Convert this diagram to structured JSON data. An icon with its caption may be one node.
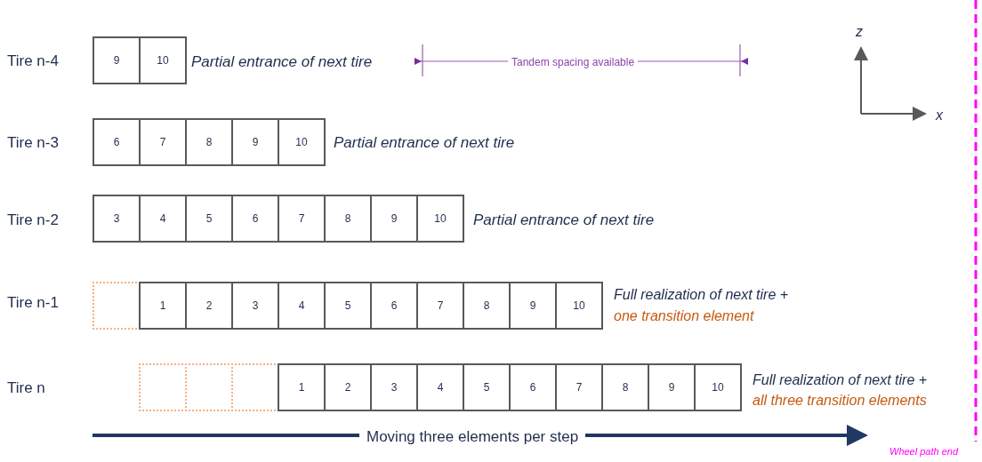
{
  "diagram": {
    "nodes": [
      {
        "text": [
          "9"
        ]
      },
      {
        "text": [
          "10"
        ]
      },
      {
        "text": [
          "6"
        ]
      },
      {
        "text": [
          "7"
        ]
      },
      {
        "text": [
          "8"
        ]
      },
      {
        "text": [
          "9"
        ]
      },
      {
        "text": [
          "10"
        ]
      },
      {
        "text": [
          "3"
        ]
      },
      {
        "text": [
          "4"
        ]
      },
      {
        "text": [
          "5"
        ]
      },
      {
        "text": [
          "6"
        ]
      },
      {
        "text": [
          "7"
        ]
      },
      {
        "text": [
          "8"
        ]
      },
      {
        "text": [
          "9"
        ]
      },
      {
        "text": [
          "10"
        ]
      },
      {
        "text": [],
        "shape": "box"
      },
      {
        "text": [
          "1"
        ]
      },
      {
        "text": [
          "2"
        ]
      },
      {
        "text": [
          "3"
        ]
      },
      {
        "text": [
          "4"
        ]
      },
      {
        "text": [
          "5"
        ]
      },
      {
        "text": [
          "6"
        ]
      },
      {
        "text": [
          "7"
        ]
      },
      {
        "text": [
          "8"
        ]
      },
      {
        "text": [
          "9"
        ]
      },
      {
        "text": [
          "10"
        ]
      },
      {
        "text": [],
        "shape": "box"
      },
      {
        "text": [],
        "shape": "box"
      },
      {
        "text": [],
        "shape": "box"
      },
      {
        "text": [
          "1"
        ]
      },
      {
        "text": [
          "2"
        ]
      },
      {
        "text": [
          "3"
        ]
      },
      {
        "text": [
          "4"
        ]
      },
      {
        "text": [
          "5"
        ]
      },
      {
        "text": [
          "6"
        ]
      },
      {
        "text": [
          "7"
        ]
      },
      {
        "text": [
          "8"
        ]
      },
      {
        "text": [
          "9"
        ]
      },
      {
        "text": [
          "10"
        ]
      }
    ],
    "edges": [],
    "labels": [
      "Tire n-4",
      "Partial entrance of next tire",
      "Tandem spacing available",
      "z",
      "x",
      "Tire n-3",
      "Partial entrance of next tire",
      "Tire n-2",
      "Partial entrance of next tire",
      "Tire n-1",
      "Full realization of next tire +",
      "one transition element",
      "Tire n",
      "Full realization of next tire +",
      "all three transition elements",
      "Moving three elements per step",
      "Wheel path end"
    ]
  }
}
